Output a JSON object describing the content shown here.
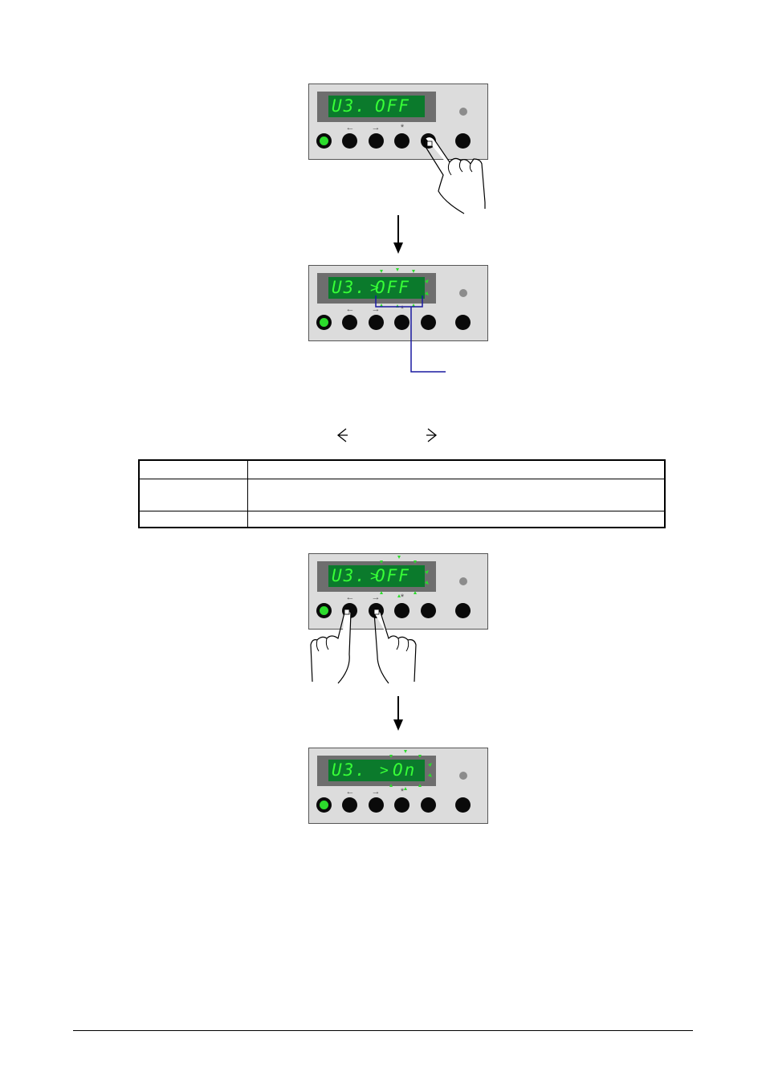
{
  "panels": [
    {
      "display_left": "U3.",
      "display_right": "OFF",
      "cursor": ""
    },
    {
      "display_left": "U3.",
      "display_right": "OFF",
      "cursor": ">"
    },
    {
      "display_left": "U3.",
      "display_right": "OFF",
      "cursor": ">"
    },
    {
      "display_left": "U3.",
      "display_right": "On",
      "cursor": ">"
    }
  ],
  "button_labels": {
    "left": "←",
    "right": "→",
    "star": "*"
  },
  "nav_arrows": {
    "left": "←",
    "right": "→"
  },
  "colors": {
    "lcd_bg": "#0b7a2c",
    "lcd_text": "#37ff37",
    "blink": "#2cdc2c",
    "callout": "#1a1aa0",
    "panel": "#dcdcdc"
  },
  "icons": [
    "hand-pointer-icon",
    "down-arrow-icon",
    "blink-mark-icon"
  ]
}
